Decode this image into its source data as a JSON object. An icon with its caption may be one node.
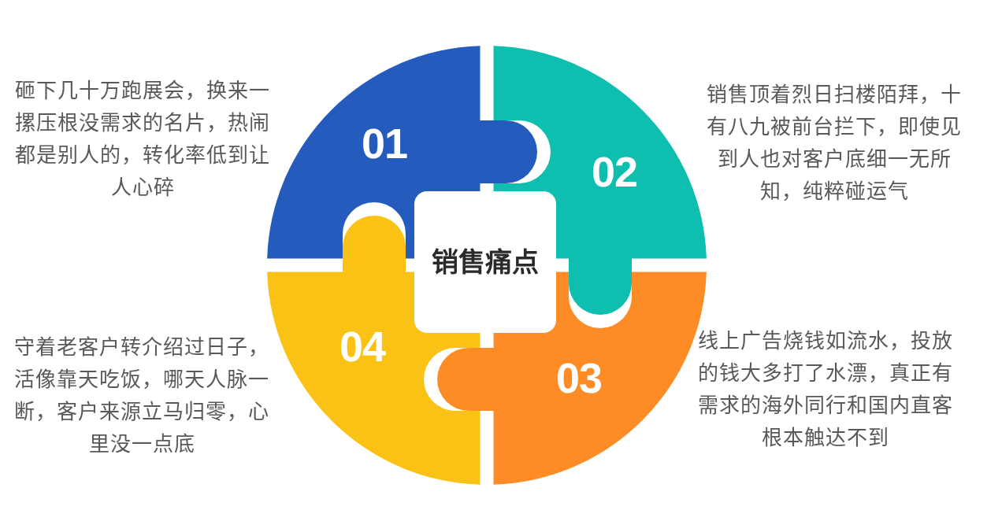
{
  "diagram": {
    "nodes": [
      {
        "text": [
          "销售痛点"
        ]
      },
      {
        "text": [
          "01"
        ],
        "beside": [
          "砸下几十万跑展会，换来一摞压根没需求的名片，热闹都是别人的，转化率低到让人心碎"
        ]
      },
      {
        "text": [
          "02"
        ],
        "beside": [
          "销售顶着烈日扫楼陌拜，十有八九被前台拦下，即使见到人也对客户底细一无所知，纯粹碰运气"
        ]
      },
      {
        "text": [
          "03"
        ],
        "beside": [
          "线上广告烧钱如流水，投放的钱大多打了水漂，真正有需求的海外同行和国内直客根本触达不到"
        ]
      },
      {
        "text": [
          "04"
        ],
        "beside": [
          "守着老客户转介绍过日子，活像靠天吃饭，哪天人脉一断，客户来源立马归零，心里没一点底"
        ]
      }
    ]
  }
}
